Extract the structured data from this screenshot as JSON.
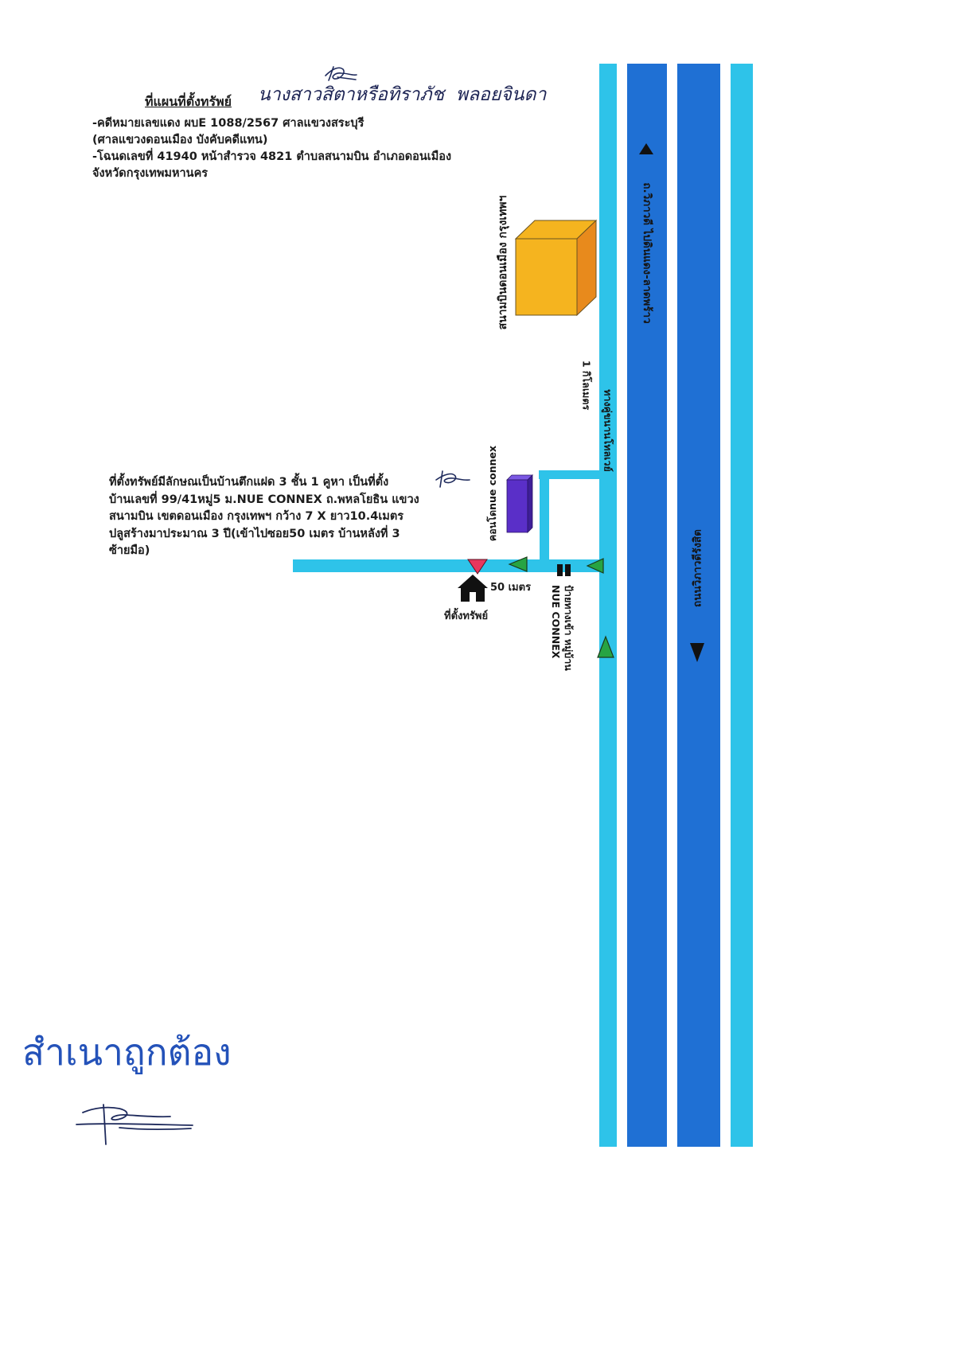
{
  "header": {
    "title": "ที่แผนที่ตั้งทรัพย์",
    "owner_name": "นางสาวสิตาหรือทิราภัช  พลอยจินดา",
    "lines": [
      "-คดีหมายเลขแดง ผบE 1088/2567 ศาลแขวงสระบุรี",
      "(ศาลแขวงดอนเมือง บังคับคดีแทน)",
      "-โฉนดเลขที่ 41940 หน้าสำรวจ 4821 ตำบลสนามบิน อำเภอดอนเมือง",
      "จังหวัดกรุงเทพมหานคร"
    ]
  },
  "map": {
    "airport_label": "สนามบินดอนเมือง กรุงเทพฯ",
    "road_left_label": "ถ.วิภาวดี ไปดินแดง-ลาดพร้าว",
    "road_right_label": "ถนนวิภาวดีรังสิต",
    "frontage_label": "ทางคู่ขนานโทลเวย์",
    "distance_km_label": "1 กิโลเมตร",
    "condo_label": "คอนโดnue connex",
    "entrance_sign": [
      "ป้ายทางเข้า หมู่บ้าน",
      "NUE CONNEX"
    ],
    "distance_m_label": "50 เมตร",
    "property_label": "ที่ตั้งทรัพย์",
    "icons": {
      "property": "house-icon",
      "entrance": "sign-icon",
      "direction_up": "arrow-up-icon",
      "direction_down": "arrow-down-icon"
    }
  },
  "description": {
    "lines": [
      "ที่ตั้งทรัพย์มีลักษณเป็นบ้านตึกแฝด 3 ชั้น 1 คูหา เป็นที่ตั้ง",
      "บ้านเลขที่ 99/41หมู่5 ม.NUE CONNEX ถ.พหลโยธิน แขวง",
      "สนามบิน เขตดอนเมือง กรุงเทพฯ กว้าง 7 X ยาว10.4เมตร",
      "ปลูสร้างมาประมาณ 3 ปี(เข้าไปซอย50 เมตร บ้านหลังที่ 3",
      "ซ้ายมือ)"
    ]
  },
  "certification": {
    "stamp_text": "สำเนาถูกต้อง"
  },
  "colors": {
    "frontage_road": "#2ec3e9",
    "main_road": "#1f70d4",
    "airport_building": "#f5b41f",
    "airport_building_side": "#e88a1c",
    "condo_building": "#5a2fc8",
    "condo_building_top": "#7b58e3",
    "condo_building_side": "#3f1f98",
    "direction_marker": "#27a443",
    "property_marker": "#e8375e",
    "arrow": "#111111",
    "stamp_ink": "#2452b9",
    "signature_ink": "#1e2a5c"
  }
}
